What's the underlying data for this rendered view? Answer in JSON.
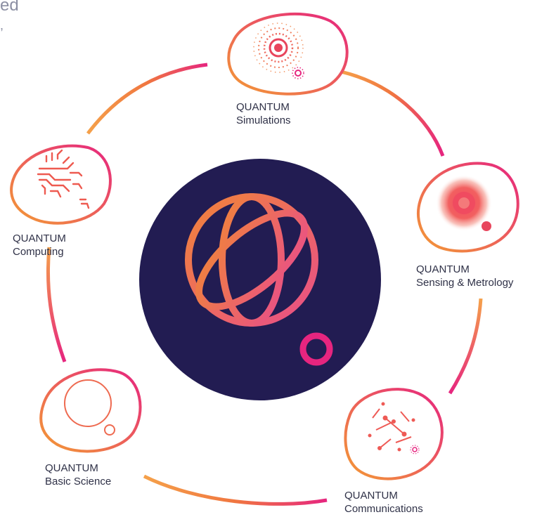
{
  "corner_fragment": "ed",
  "colors": {
    "center_bg": "#221c52",
    "accent_orange": "#f08a2a",
    "accent_pink": "#e6257f",
    "label": "#2f3147"
  },
  "center": {
    "icon": "globe-icon"
  },
  "nodes": [
    {
      "id": "simulations",
      "line1": "QUANTUM",
      "line2": "Simulations",
      "icon": "radial-dots-icon"
    },
    {
      "id": "sensing",
      "line1": "QUANTUM",
      "line2": "Sensing & Metrology",
      "icon": "blurred-target-icon"
    },
    {
      "id": "communications",
      "line1": "QUANTUM",
      "line2": "Communications",
      "icon": "network-dots-icon"
    },
    {
      "id": "basic-science",
      "line1": "QUANTUM",
      "line2": "Basic Science",
      "icon": "circles-icon"
    },
    {
      "id": "computing",
      "line1": "QUANTUM",
      "line2": "Computing",
      "icon": "circuit-icon"
    }
  ]
}
